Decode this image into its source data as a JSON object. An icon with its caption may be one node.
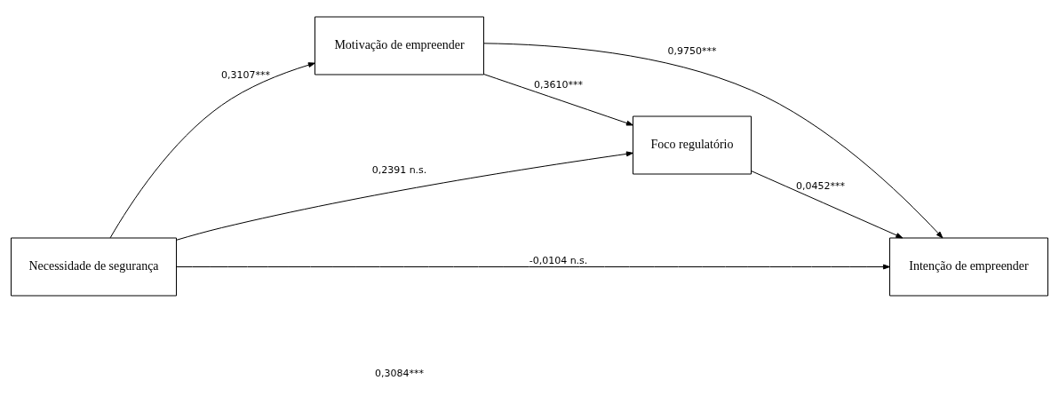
{
  "diagram": {
    "nodes": [
      {
        "text": [
          "Necessidade de segurança"
        ]
      },
      {
        "text": [
          "Motivação de empreender"
        ]
      },
      {
        "text": [
          "Foco regulatório"
        ]
      },
      {
        "text": [
          "Intenção de empreender"
        ]
      }
    ],
    "edges": [
      {
        "from": 0,
        "to": 1,
        "arrow": "to",
        "label": "0,3107***"
      },
      {
        "from": 0,
        "to": 2,
        "arrow": "to",
        "label": "0,2391 n.s."
      },
      {
        "from": 1,
        "to": 2,
        "arrow": "to",
        "label": "0,3610***"
      },
      {
        "from": 1,
        "to": 3,
        "arrow": "to",
        "label": "0,9750***"
      },
      {
        "from": 2,
        "to": 3,
        "arrow": "to",
        "label": "0,0452***"
      },
      {
        "from": 0,
        "to": 3,
        "arrow": "to",
        "label": "-0,0104 n.s."
      }
    ],
    "labels": [
      "0,3084***"
    ]
  }
}
